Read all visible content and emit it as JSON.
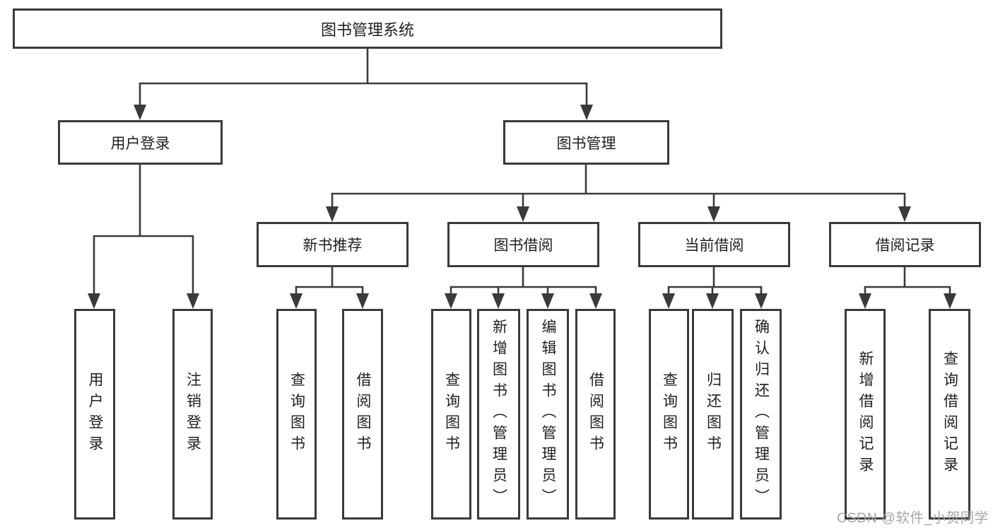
{
  "tree": {
    "label": "图书管理系统",
    "children": [
      {
        "label": "用户登录",
        "children": [
          {
            "label": "用户登录"
          },
          {
            "label": "注销登录"
          }
        ]
      },
      {
        "label": "图书管理",
        "children": [
          {
            "label": "新书推荐",
            "children": [
              {
                "label": "查询图书"
              },
              {
                "label": "借阅图书"
              }
            ]
          },
          {
            "label": "图书借阅",
            "children": [
              {
                "label": "查询图书"
              },
              {
                "label": "新增图书（管理员）"
              },
              {
                "label": "编辑图书（管理员）"
              },
              {
                "label": "借阅图书"
              }
            ]
          },
          {
            "label": "当前借阅",
            "children": [
              {
                "label": "查询图书"
              },
              {
                "label": "归还图书"
              },
              {
                "label": "确认归还（管理员）"
              }
            ]
          },
          {
            "label": "借阅记录",
            "children": [
              {
                "label": "新增借阅记录"
              },
              {
                "label": "查询借阅记录"
              }
            ]
          }
        ]
      }
    ]
  },
  "watermark": "CSDN @软件_小贺同学",
  "colors": {
    "line": "#3a3a3a",
    "text": "#1f1f1f",
    "background": "#ffffff",
    "watermark": "#a6a6a6"
  }
}
